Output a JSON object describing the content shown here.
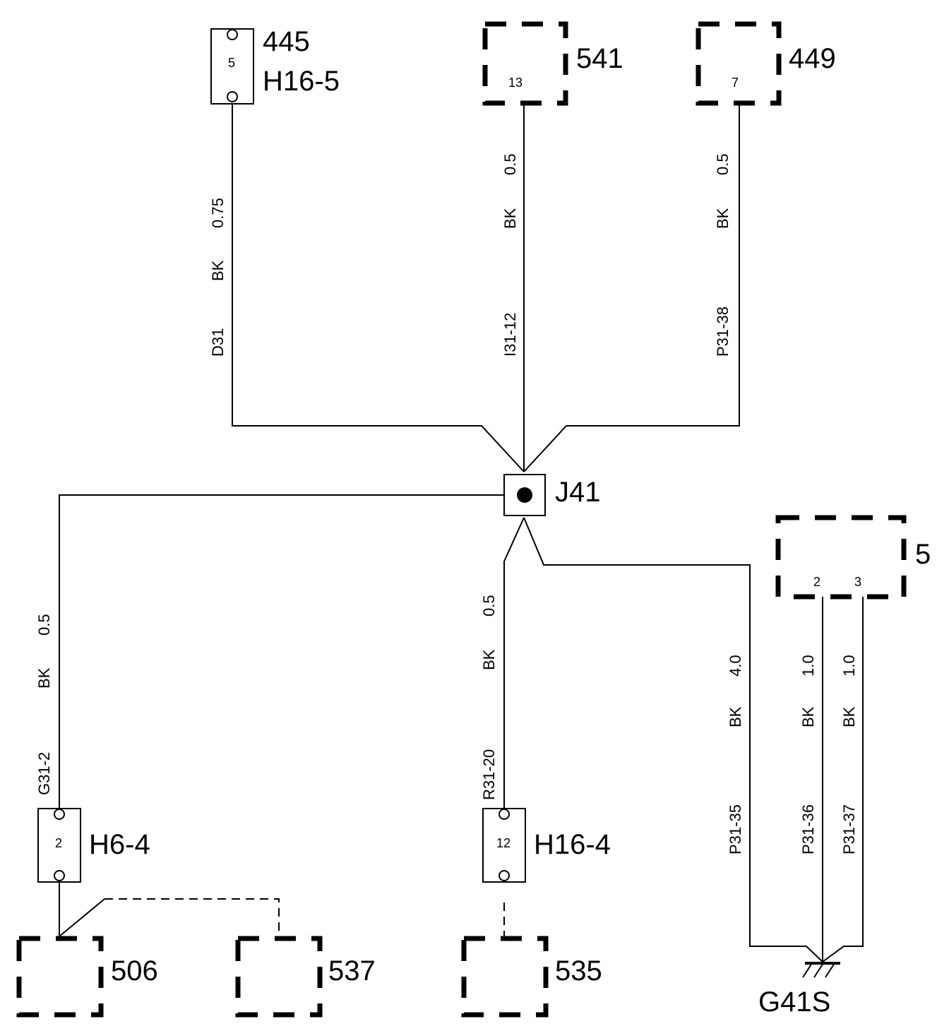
{
  "components": {
    "c445": {
      "id": "445",
      "sub": "H16-5",
      "pin": "5"
    },
    "c541": {
      "id": "541",
      "pin": "13"
    },
    "c449": {
      "id": "449",
      "pin": "7"
    },
    "h64": {
      "id": "H6-4",
      "pin": "2"
    },
    "h164": {
      "id": "H16-4",
      "pin": "12"
    },
    "c506": {
      "id": "506"
    },
    "c537": {
      "id": "537"
    },
    "c535": {
      "id": "535"
    },
    "right_box": {
      "id_partial": "5",
      "pin_a": "2",
      "pin_b": "3"
    },
    "junction": {
      "id": "J41"
    },
    "ground": {
      "id": "G41S"
    }
  },
  "wires": {
    "w_d31": {
      "circuit": "D31",
      "color": "BK",
      "size": "0.75"
    },
    "w_i31": {
      "circuit": "I31-12",
      "color": "BK",
      "size": "0.5"
    },
    "w_p3138": {
      "circuit": "P31-38",
      "color": "BK",
      "size": "0.5"
    },
    "w_g31": {
      "circuit": "G31-2",
      "color": "BK",
      "size": "0.5"
    },
    "w_r31": {
      "circuit": "R31-20",
      "color": "BK",
      "size": "0.5"
    },
    "w_p3135": {
      "circuit": "P31-35",
      "color": "BK",
      "size": "4.0"
    },
    "w_p3136": {
      "circuit": "P31-36",
      "color": "BK",
      "size": "1.0"
    },
    "w_p3137": {
      "circuit": "P31-37",
      "color": "BK",
      "size": "1.0"
    }
  }
}
